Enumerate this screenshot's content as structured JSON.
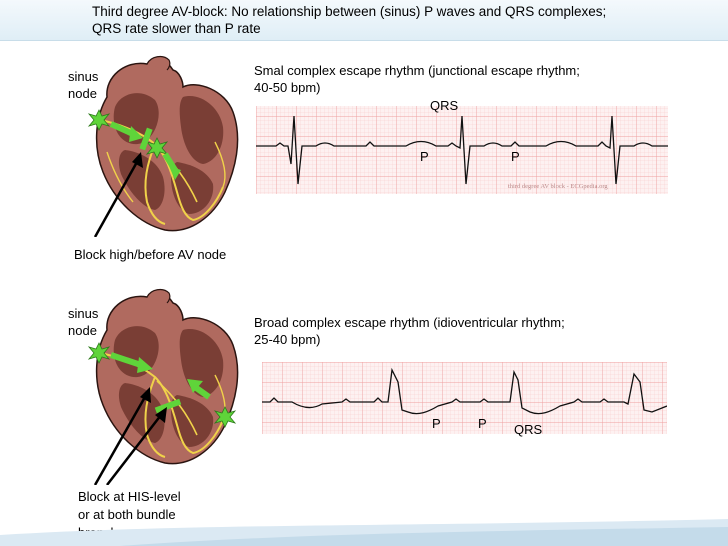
{
  "slide": {
    "title_line1": "Third degree AV-block: No relationship between (sinus) P waves and QRS complexes;",
    "title_line2": "QRS rate slower than P rate"
  },
  "panel1": {
    "sinus_line1": "sinus",
    "sinus_line2": "node",
    "ecg_title_line1": "Smal complex escape rhythm (junctional escape rhythm;",
    "ecg_title_line2": "40-50 bpm)",
    "qrs_label": "QRS",
    "p_label_1": "P",
    "p_label_2": "P",
    "watermark": "third degree AV block - ECGpedia.org",
    "block_label": "Block high/before AV node"
  },
  "panel2": {
    "sinus_line1": "sinus",
    "sinus_line2": "node",
    "ecg_title_line1": "Broad complex escape rhythm (idioventricular rhythm;",
    "ecg_title_line2": "25-40 bpm)",
    "p_label_1": "P",
    "p_label_2": "P",
    "qrs_label": "QRS",
    "block_line1": "Block at HIS-level",
    "block_line2": "or at both bundle",
    "block_line3": "branches"
  },
  "colors": {
    "heart_muscle": "#b06a5f",
    "heart_inner": "#7a3e35",
    "conduction": "#f0d24a",
    "arrow_green": "#5fd43a",
    "ecg_grid": "#f2b3b3",
    "ecg_bg": "#fdf1f1"
  }
}
